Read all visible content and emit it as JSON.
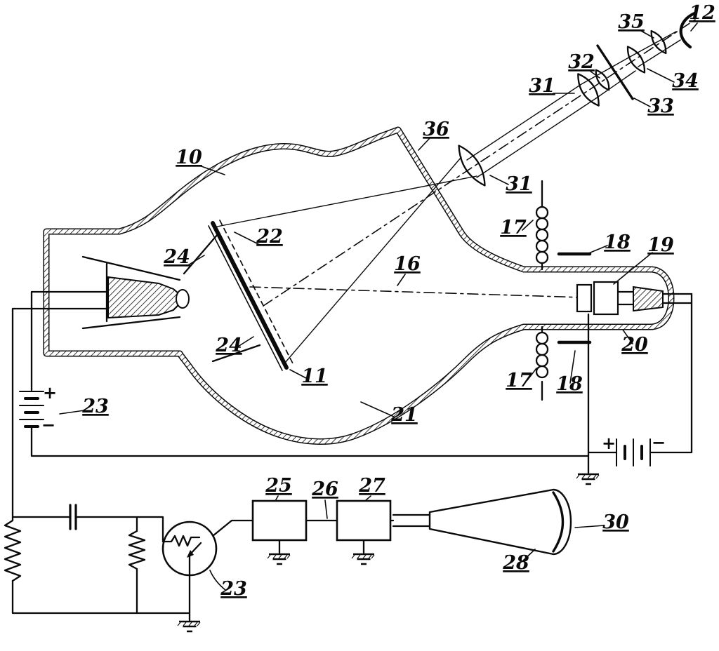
{
  "figure": {
    "background": "#ffffff",
    "ink": "#0a0a0a",
    "kind": "patent-style schematic of an image pickup tube with optical train, deflection coils, oscillator circuit and horn"
  },
  "labels": [
    {
      "text": "10"
    },
    {
      "text": "36"
    },
    {
      "text": "31"
    },
    {
      "text": "31"
    },
    {
      "text": "32"
    },
    {
      "text": "33"
    },
    {
      "text": "34"
    },
    {
      "text": "35"
    },
    {
      "text": "12"
    },
    {
      "text": "22"
    },
    {
      "text": "24"
    },
    {
      "text": "24"
    },
    {
      "text": "11"
    },
    {
      "text": "16"
    },
    {
      "text": "17"
    },
    {
      "text": "18"
    },
    {
      "text": "19"
    },
    {
      "text": "20"
    },
    {
      "text": "17"
    },
    {
      "text": "18"
    },
    {
      "text": "21"
    },
    {
      "text": "23"
    },
    {
      "text": "23"
    },
    {
      "text": "25"
    },
    {
      "text": "26"
    },
    {
      "text": "27"
    },
    {
      "text": "28"
    },
    {
      "text": "30"
    },
    {
      "text": "+"
    },
    {
      "text": "−"
    },
    {
      "text": "+"
    },
    {
      "text": "−"
    }
  ]
}
